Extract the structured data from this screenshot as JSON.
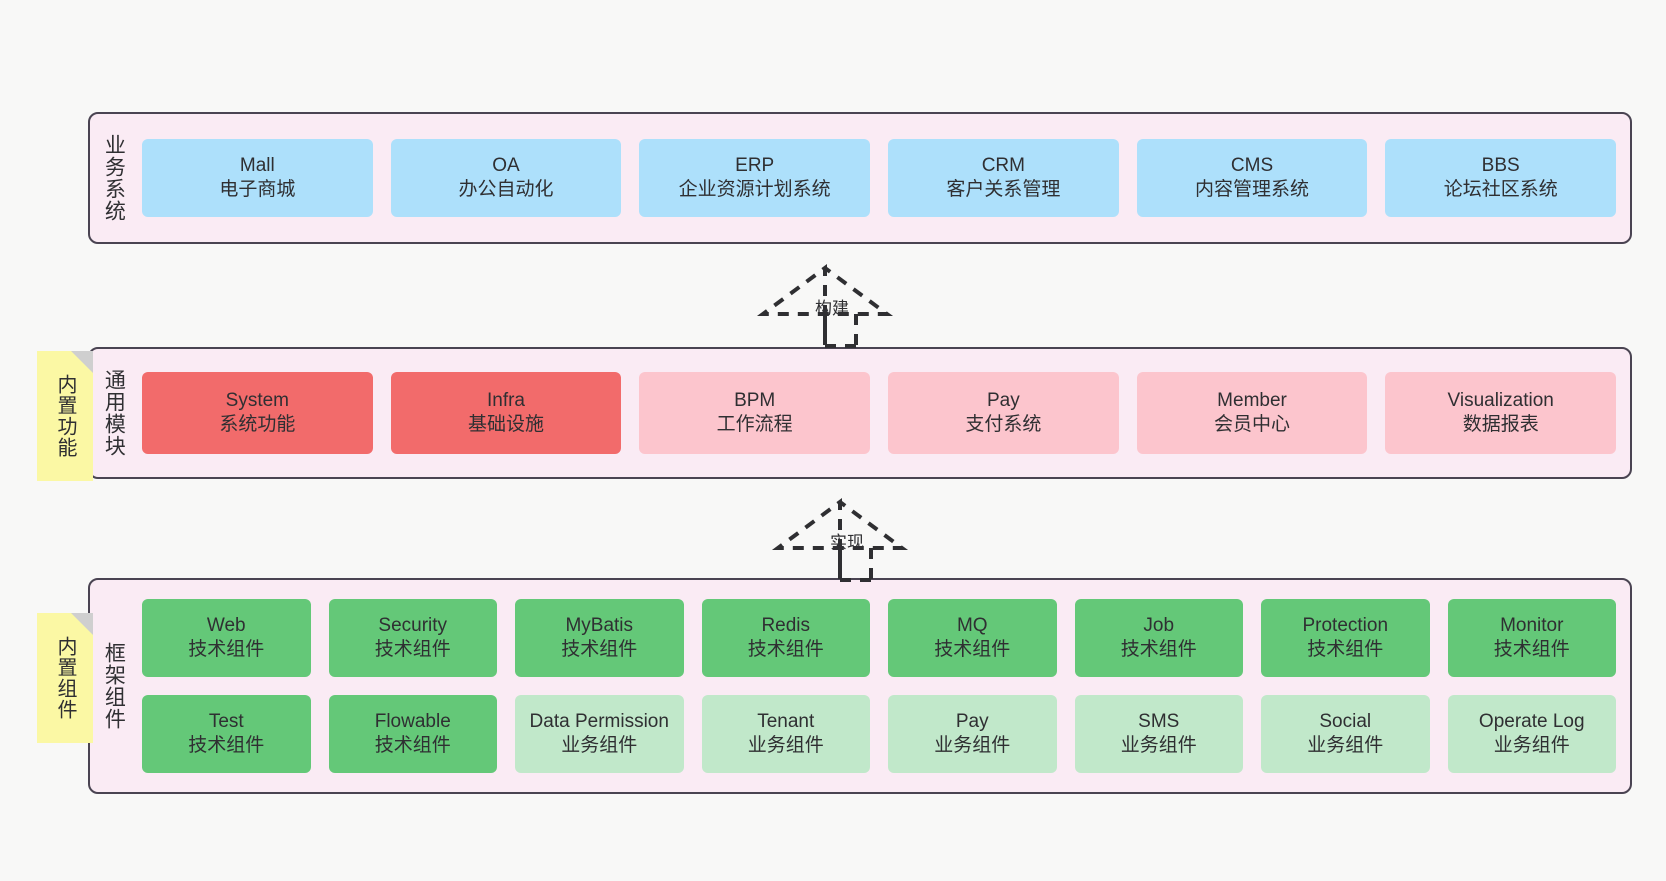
{
  "diagram": {
    "background": "#f8f8f7",
    "panel_fill": "#faebf4",
    "panel_border": "#4a4452",
    "note_fill": "#fbf8a4"
  },
  "layers": [
    {
      "id": "business",
      "title": "业务系统",
      "rows": [
        {
          "cards": [
            {
              "en": "Mall",
              "cn": "电子商城",
              "color": "#ade0fb",
              "style": "c-blue"
            },
            {
              "en": "OA",
              "cn": "办公自动化",
              "color": "#ade0fb",
              "style": "c-blue"
            },
            {
              "en": "ERP",
              "cn": "企业资源计划系统",
              "color": "#ade0fb",
              "style": "c-blue"
            },
            {
              "en": "CRM",
              "cn": "客户关系管理",
              "color": "#ade0fb",
              "style": "c-blue"
            },
            {
              "en": "CMS",
              "cn": "内容管理系统",
              "color": "#ade0fb",
              "style": "c-blue"
            },
            {
              "en": "BBS",
              "cn": "论坛社区系统",
              "color": "#ade0fb",
              "style": "c-blue"
            }
          ]
        }
      ]
    },
    {
      "id": "modules",
      "title": "通用模块",
      "note": "内置功能",
      "rows": [
        {
          "cards": [
            {
              "en": "System",
              "cn": "系统功能",
              "color": "#f26b6b",
              "style": "c-red"
            },
            {
              "en": "Infra",
              "cn": "基础设施",
              "color": "#f26b6b",
              "style": "c-red"
            },
            {
              "en": "BPM",
              "cn": "工作流程",
              "color": "#fcc5cd",
              "style": "c-pink"
            },
            {
              "en": "Pay",
              "cn": "支付系统",
              "color": "#fcc5cd",
              "style": "c-pink"
            },
            {
              "en": "Member",
              "cn": "会员中心",
              "color": "#fcc5cd",
              "style": "c-pink"
            },
            {
              "en": "Visualization",
              "cn": "数据报表",
              "color": "#fcc5cd",
              "style": "c-pink"
            }
          ]
        }
      ]
    },
    {
      "id": "framework",
      "title": "框架组件",
      "note": "内置组件",
      "rows": [
        {
          "cards": [
            {
              "en": "Web",
              "cn": "技术组件",
              "color": "#64c878",
              "style": "c-green"
            },
            {
              "en": "Security",
              "cn": "技术组件",
              "color": "#64c878",
              "style": "c-green"
            },
            {
              "en": "MyBatis",
              "cn": "技术组件",
              "color": "#64c878",
              "style": "c-green"
            },
            {
              "en": "Redis",
              "cn": "技术组件",
              "color": "#64c878",
              "style": "c-green"
            },
            {
              "en": "MQ",
              "cn": "技术组件",
              "color": "#64c878",
              "style": "c-green"
            },
            {
              "en": "Job",
              "cn": "技术组件",
              "color": "#64c878",
              "style": "c-green"
            },
            {
              "en": "Protection",
              "cn": "技术组件",
              "color": "#64c878",
              "style": "c-green"
            },
            {
              "en": "Monitor",
              "cn": "技术组件",
              "color": "#64c878",
              "style": "c-green"
            }
          ]
        },
        {
          "cards": [
            {
              "en": "Test",
              "cn": "技术组件",
              "color": "#64c878",
              "style": "c-green"
            },
            {
              "en": "Flowable",
              "cn": "技术组件",
              "color": "#64c878",
              "style": "c-green"
            },
            {
              "en": "Data Permission",
              "cn": "业务组件",
              "color": "#c1e8ca",
              "style": "c-green-light"
            },
            {
              "en": "Tenant",
              "cn": "业务组件",
              "color": "#c1e8ca",
              "style": "c-green-light"
            },
            {
              "en": "Pay",
              "cn": "业务组件",
              "color": "#c1e8ca",
              "style": "c-green-light"
            },
            {
              "en": "SMS",
              "cn": "业务组件",
              "color": "#c1e8ca",
              "style": "c-green-light"
            },
            {
              "en": "Social",
              "cn": "业务组件",
              "color": "#c1e8ca",
              "style": "c-green-light"
            },
            {
              "en": "Operate Log",
              "cn": "业务组件",
              "color": "#c1e8ca",
              "style": "c-green-light"
            }
          ]
        }
      ]
    }
  ],
  "arrows": [
    {
      "id": "build",
      "label": "构建"
    },
    {
      "id": "implement",
      "label": "实现"
    }
  ]
}
